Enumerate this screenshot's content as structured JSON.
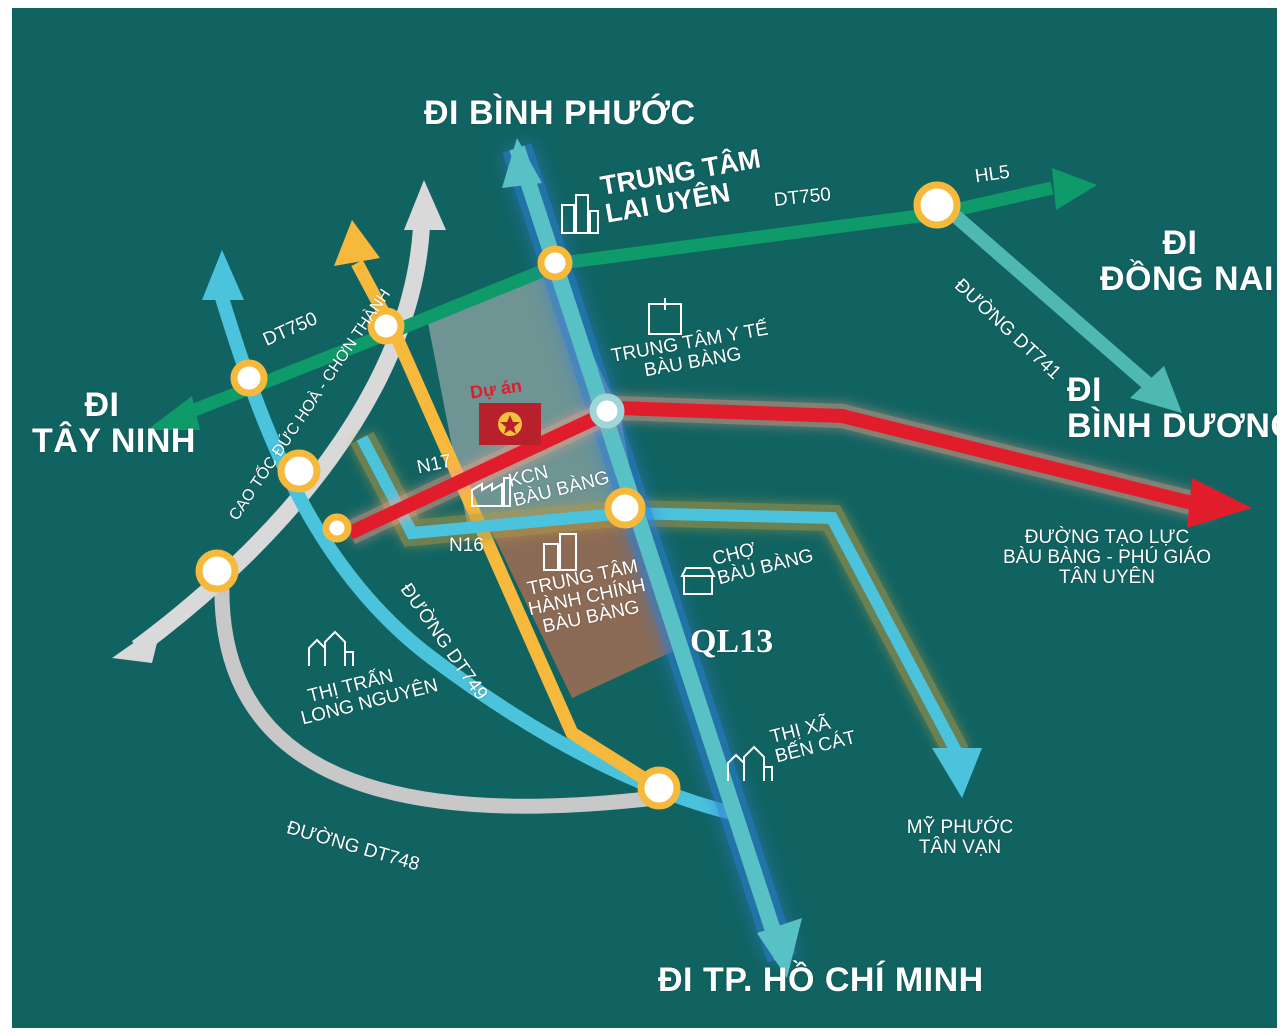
{
  "map": {
    "colors": {
      "background": "#116362",
      "green_road": "#0f9a6a",
      "blue_road": "#4bc3dc",
      "yellow_road": "#f6b93b",
      "grey_road": "#c8c8c8",
      "red_road": "#e11d2b",
      "ql13": "#2f9fd8",
      "junction": "#f6b93b"
    },
    "directions": {
      "binh_phuoc": "ĐI BÌNH PHƯỚC",
      "dong_nai_line1": "ĐI",
      "dong_nai_line2": "ĐỒNG NAI",
      "binh_duong_line1": "ĐI",
      "binh_duong_line2": "BÌNH DƯƠNG",
      "tay_ninh_line1": "ĐI",
      "tay_ninh_line2": "TÂY NINH",
      "hcm": "ĐI TP. HỒ CHÍ MINH"
    },
    "roads": {
      "dt750_top": "DT750",
      "dt750_left": "DT750",
      "hl5": "HL5",
      "dt741": "ĐƯỜNG DT741",
      "expressway": "CAO TỐC ĐỨC HOÀ - CHƠN THÀNH",
      "n17": "N17",
      "n16": "N16",
      "dt749": "ĐƯỜNG DT749",
      "dt748": "ĐƯỜNG DT748",
      "ql13": "QL13",
      "tao_luc_line1": "ĐƯỜNG TẠO LỰC",
      "tao_luc_line2": "BÀU BÀNG - PHÚ GIÁO",
      "tao_luc_line3": "TÂN UYÊN"
    },
    "places": {
      "lai_uyen_line1": "TRUNG TÂM",
      "lai_uyen_line2": "LAI UYÊN",
      "medical_line1": "TRUNG TÂM Y TẾ",
      "medical_line2": "BÀU BÀNG",
      "project": "Dự án",
      "kcn_line1": "KCN",
      "kcn_line2": "BÀU BÀNG",
      "admin_line1": "TRUNG TÂM",
      "admin_line2": "HÀNH CHÍNH",
      "admin_line3": "BÀU BÀNG",
      "market_line1": "CHỢ",
      "market_line2": "BÀU BÀNG",
      "long_nguyen_line1": "THỊ TRẤN",
      "long_nguyen_line2": "LONG NGUYÊN",
      "ben_cat_line1": "THỊ XÃ",
      "ben_cat_line2": "BẾN CÁT",
      "my_phuoc_line1": "MỸ PHƯỚC",
      "my_phuoc_line2": "TÂN VẠN"
    },
    "icons": [
      "city-buildings-icon",
      "hospital-icon",
      "project-star-icon",
      "factory-icon",
      "market-icon",
      "town-icon"
    ]
  }
}
